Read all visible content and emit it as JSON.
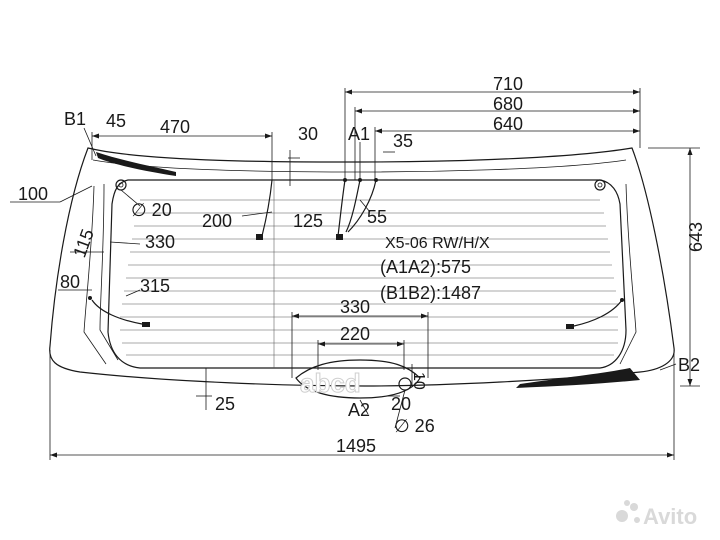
{
  "labels": {
    "d710": "710",
    "d680": "680",
    "d640": "640",
    "b1": "B1",
    "d45": "45",
    "d470": "470",
    "d30": "30",
    "a1": "A1",
    "d35": "35",
    "d100": "100",
    "dia20": "∅ 20",
    "d200": "200",
    "d125": "125",
    "d55": "55",
    "d115": "115",
    "d330a": "330",
    "d80": "80",
    "d315": "315",
    "d330b": "330",
    "d220": "220",
    "d25": "25",
    "a2": "A2",
    "d20": "20",
    "d10": "10",
    "dia26": "∅ 26",
    "d1495": "1495",
    "d643": "643",
    "b2": "B2",
    "model": "X5-06 RW/H/X",
    "a1a2": "(A1A2):575",
    "b1b2": "(B1B2):1487",
    "watermark_left": "abcd",
    "watermark_right": "Avito"
  },
  "colors": {
    "line": "#1a1a1a",
    "ceramic": "#1a1a1a",
    "watermark": "#d9d9d9"
  }
}
